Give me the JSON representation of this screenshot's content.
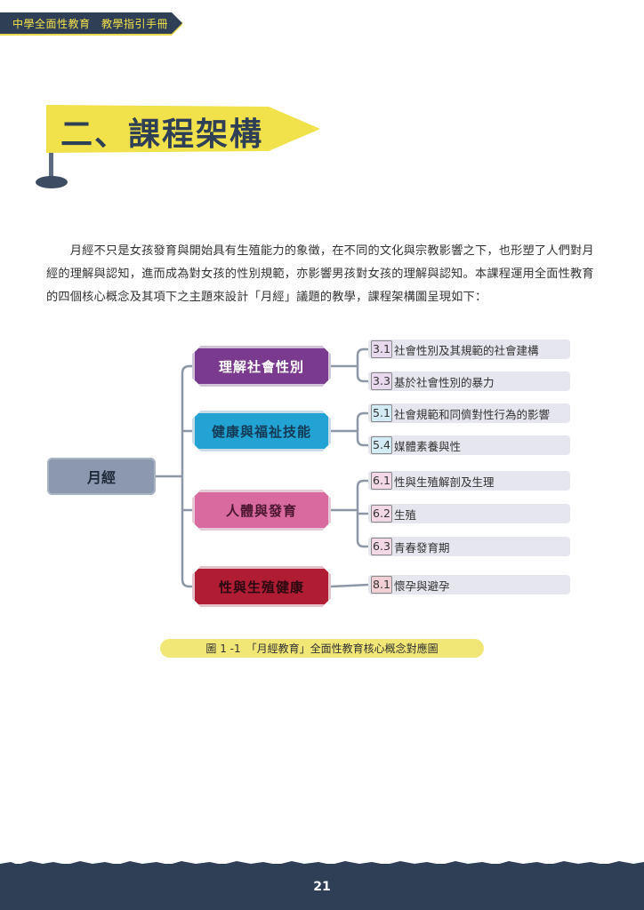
{
  "header": {
    "title": "中學全面性教育　教學指引手冊"
  },
  "section": {
    "title": "二、課程架構"
  },
  "body_text": {
    "lines": [
      "　　月經不只是女孩發育與開始具有生殖能力的象徵，在不同的文化與宗教影響之下，也形塑了人們對月",
      "經的理解與認知，進而成為對女孩的性別規範，亦影響男孩對女孩的理解與認知。本課程運用全面性教育",
      "的四個核心概念及其項下之主題來設計「月經」議題的教學，課程架構圖呈現如下："
    ]
  },
  "mindmap": {
    "root": "月經",
    "categories": [
      {
        "label": "理解社會性別",
        "color": "#7a3b8f",
        "topics": [
          {
            "code": "3.1",
            "text": "社會性別及其規範的社會建構"
          },
          {
            "code": "3.3",
            "text": "基於社會性別的暴力"
          }
        ]
      },
      {
        "label": "健康與福祉技能",
        "color": "#22a3d4",
        "topics": [
          {
            "code": "5.1",
            "text": "社會規範和同儕對性行為的影響"
          },
          {
            "code": "5.4",
            "text": "媒體素養與性"
          }
        ]
      },
      {
        "label": "人體與發育",
        "color": "#d96aa0",
        "topics": [
          {
            "code": "6.1",
            "text": "性與生殖解剖及生理"
          },
          {
            "code": "6.2",
            "text": "生殖"
          },
          {
            "code": "6.3",
            "text": "青春發育期"
          }
        ]
      },
      {
        "label": "性與生殖健康",
        "color": "#b01c34",
        "topics": [
          {
            "code": "8.1",
            "text": "懷孕與避孕"
          }
        ]
      }
    ]
  },
  "caption": "圖 1 -1　「月經教育」全面性教育核心概念對應圖",
  "footer": {
    "page_number": "21"
  }
}
